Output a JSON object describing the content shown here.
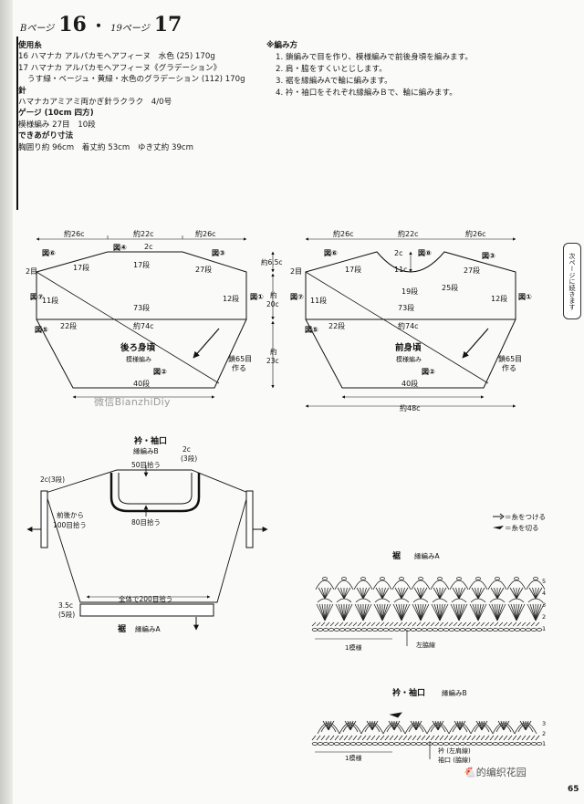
{
  "header": {
    "page_a": "16",
    "page_b": "17",
    "label1": "Bページ",
    "label2": "19ページ",
    "sep": "・"
  },
  "materials": {
    "title": "使用糸",
    "lines": [
      "16 ハマナカ アルパカモヘアフィーヌ　水色 (25) 170g",
      "17 ハマナカ アルパカモヘアフィーヌ《グラデーション》",
      "うす緑・ベージュ・黄緑・水色のグラデーション (112) 170g"
    ],
    "tool_title": "針",
    "tool": "ハマナカアミアミ両かぎ針ラクラク　4/0号",
    "gauge_title": "ゲージ (10cm 四方)",
    "gauge": "模様編み 27目　10段",
    "size_title": "できあがり寸法",
    "size": "胸囲り約 96cm　着丈約 53cm　ゆき丈約 39cm"
  },
  "method": {
    "title": "※編み方",
    "steps": [
      "1. 鎖編みで目を作り、模様編みで前後身頃を編みます。",
      "2. 肩・脇をすくいとじします。",
      "3. 裾を縁編みAで輪に編みます。",
      "4. 衿・袖口をそれぞれ縁編みＢで、輪に編みます。"
    ]
  },
  "side_tab": "次ページに続きます",
  "back": {
    "title": "後ろ身頃",
    "sub": "模様編み",
    "top_l": "約26c",
    "top_m": "約22c",
    "top_r": "約26c",
    "fig6": "図⑥",
    "fig4": "図④",
    "fig3": "図③",
    "fig7": "図⑦",
    "fig1": "図①",
    "fig5": "図⑤",
    "fig2": "図②",
    "c2": "2c",
    "r17a": "17段",
    "r17b": "17段",
    "r27": "27段",
    "d2": "2目",
    "r11": "11段",
    "r12": "12段",
    "r73": "73段",
    "w74": "約74c",
    "r22": "22段",
    "w40": "40段",
    "chain": "鎖65目",
    "make": "作る"
  },
  "front": {
    "title": "前身頃",
    "sub": "模様編み",
    "top_l": "約26c",
    "top_m": "約22c",
    "top_r": "約26c",
    "fig6": "図⑥",
    "fig8": "図⑧",
    "fig3": "図③",
    "fig7": "図⑦",
    "fig1": "図①",
    "fig5": "図⑤",
    "fig2": "図②",
    "c2": "2c",
    "c11": "11c",
    "r17": "17段",
    "r27": "27段",
    "r19": "19段",
    "r25": "25段",
    "d2": "2目",
    "r11": "11段",
    "r12": "12段",
    "r73": "73段",
    "w74": "約74c",
    "r22": "22段",
    "w40": "40段",
    "chain": "鎖65目",
    "make": "作る",
    "w48": "約48c"
  },
  "measures": {
    "h65": "約6.5c",
    "h20a": "約",
    "h20b": "20c",
    "h23a": "約",
    "h23b": "23c"
  },
  "collar": {
    "title": "衿・袖口",
    "sub": "縁編みB",
    "c2": "2c",
    "r3": "(3段)",
    "p50": "50目拾う",
    "p80": "80目拾う",
    "c2l": "2c(3段)",
    "front_from": "前後から",
    "p100": "100目拾う",
    "total": "全体で200目拾う",
    "c35": "3.5c",
    "r5": "(5段)",
    "hem": "裾",
    "hem_sub": "縁編みA"
  },
  "legend": {
    "attach": "＝糸をつける",
    "cut": "＝糸を切る"
  },
  "chartA": {
    "title": "裾",
    "sub": "縁編みA",
    "rep": "1模様",
    "left_edge": "左脇線",
    "rows": [
      "5",
      "4",
      "3",
      "2",
      "1"
    ]
  },
  "chartB": {
    "title": "衿・袖口",
    "sub": "縁編みB",
    "rep": "1模様",
    "edge1": "衿 (左肩線)",
    "edge2": "袖口 (脇線)",
    "rows": [
      "3",
      "2",
      "1"
    ]
  },
  "watermark_mid": "微信BianzhiDiy",
  "watermark_bottom": "🐔的编织花园",
  "page_number": "65"
}
